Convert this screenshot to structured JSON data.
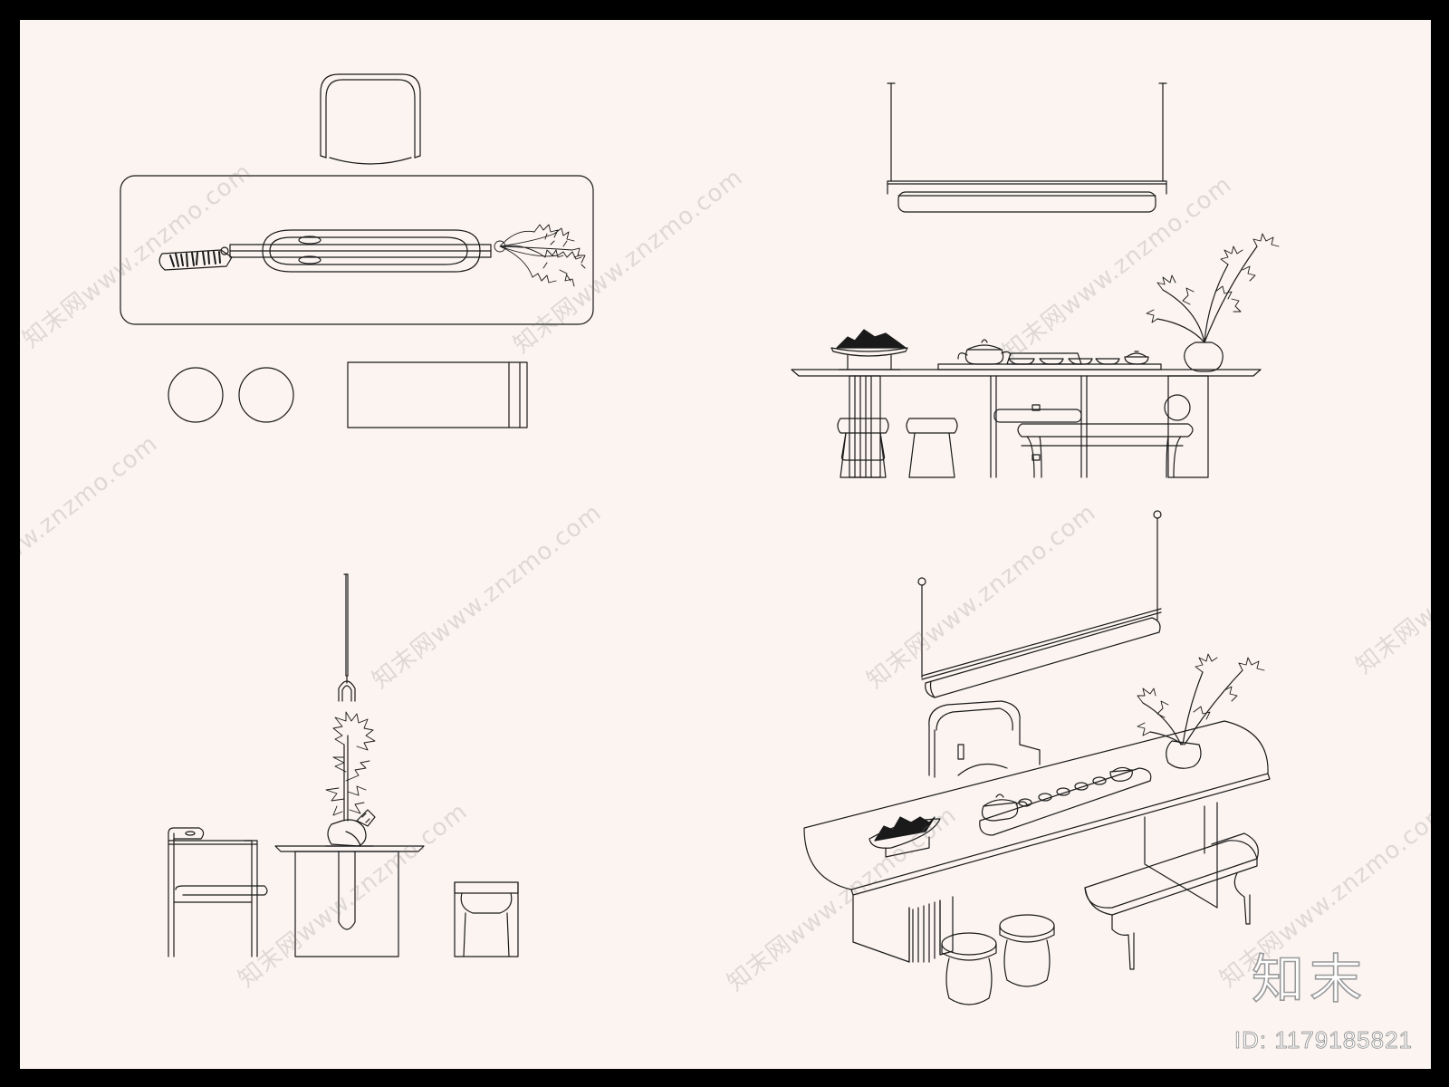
{
  "watermark": {
    "text": "知末网www.znzmo.com",
    "color": "#b5b5b5"
  },
  "brand": {
    "logo_text": "知末",
    "id_label": "ID: 1179185821"
  },
  "colors": {
    "paper": "#fbf4f1",
    "frame": "#000000",
    "line": "#1a1a1a"
  },
  "views": [
    {
      "name": "plan-view"
    },
    {
      "name": "front-elevation"
    },
    {
      "name": "side-elevation"
    },
    {
      "name": "axonometric-view"
    }
  ]
}
